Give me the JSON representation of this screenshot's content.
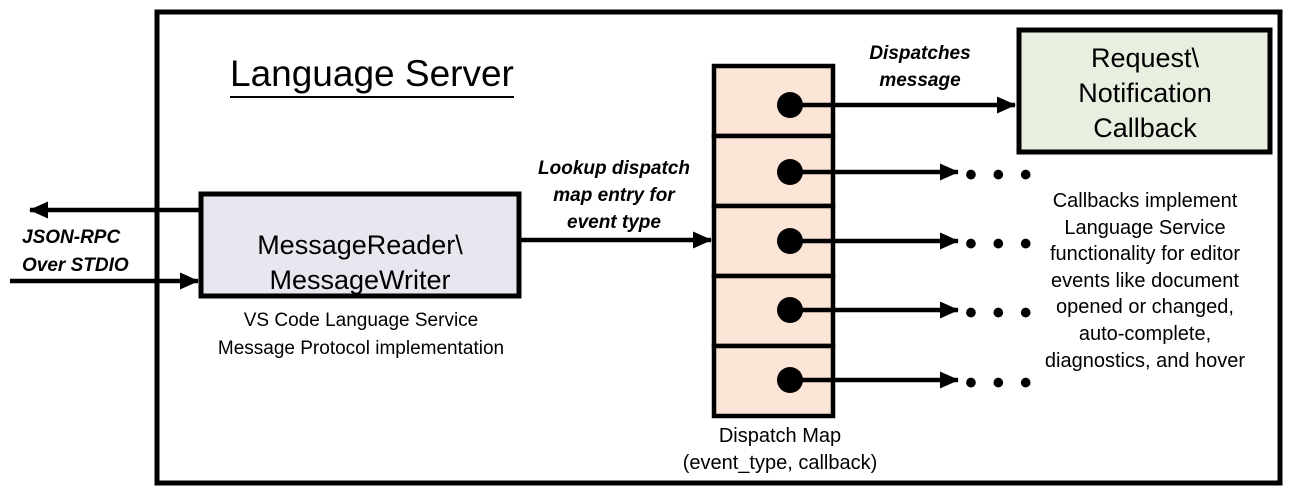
{
  "diagram": {
    "title": "Language Server",
    "container": {
      "label": "Language Server",
      "border_color": "#000000"
    },
    "external_io": {
      "label": "JSON-RPC\nOver STDIO",
      "outbound_arrow": "arrow-left-out",
      "inbound_arrow": "arrow-right-in"
    },
    "reader_node": {
      "label": "MessageReader\\\nMessageWriter",
      "caption": "VS Code Language Service\nMessage Protocol implementation",
      "fill": "#EAE6F0",
      "stroke": "#000000"
    },
    "lookup_edge": {
      "label": "Lookup dispatch\nmap entry for\nevent type"
    },
    "dispatch_map": {
      "caption": "Dispatch Map\n(event_type, callback)",
      "fill": "#FBE5D6",
      "stroke": "#000000",
      "cell_count": 5,
      "cells": [
        {
          "index": 0,
          "dot": "callback-dot",
          "target": "Request\\Notification Callback"
        },
        {
          "index": 1,
          "dot": "callback-dot",
          "target": "..."
        },
        {
          "index": 2,
          "dot": "callback-dot",
          "target": "..."
        },
        {
          "index": 3,
          "dot": "callback-dot",
          "target": "..."
        },
        {
          "index": 4,
          "dot": "callback-dot",
          "target": "..."
        }
      ],
      "ellipsis": "• • •"
    },
    "dispatch_edge": {
      "label": "Dispatches\nmessage"
    },
    "callback_node": {
      "label": "Request\\\nNotification\nCallback",
      "caption": "Callbacks implement\nLanguage Service\nfunctionality for editor\nevents like document\nopened or changed,\nauto-complete,\ndiagnostics, and hover",
      "fill": "#E8EEE0",
      "stroke": "#000000"
    },
    "colors": {
      "peach": "#FBE5D6",
      "lavender": "#EAE6F0",
      "green": "#E8EEE0",
      "line": "#000000",
      "background": "#FFFFFF"
    }
  }
}
